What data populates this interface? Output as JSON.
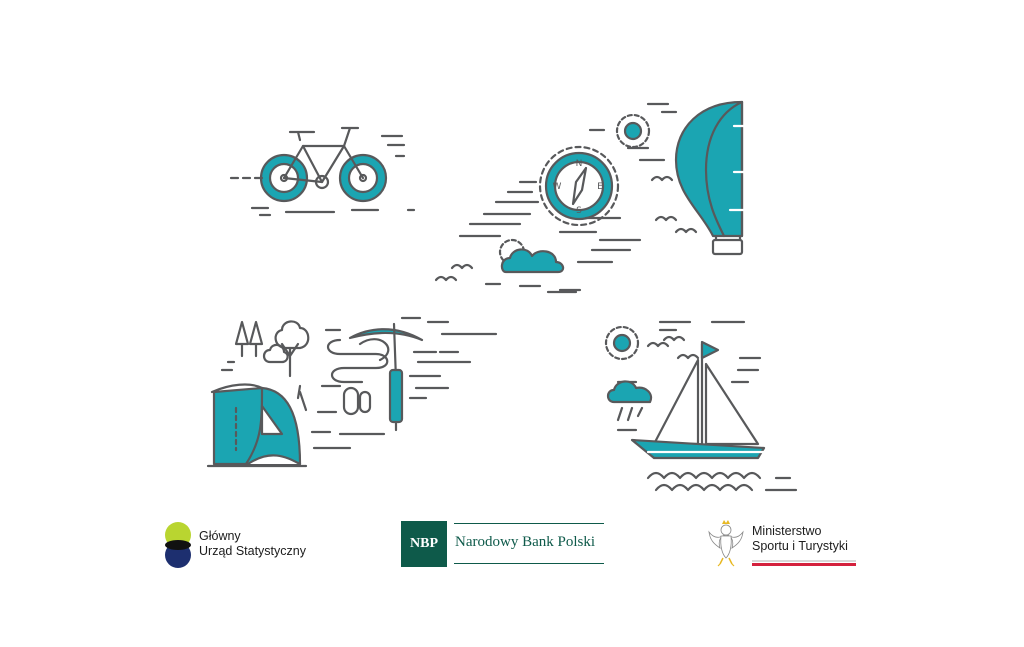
{
  "colors": {
    "accent": "#1ba5b2",
    "line": "#58595b",
    "gus_green": "#b9d530",
    "gus_navy": "#1d2f6f",
    "nbp_green": "#0e5a4a",
    "msit_red": "#d4213d"
  },
  "illustrations": [
    "bicycle-icon",
    "compass-icon",
    "hot-air-balloon-icon",
    "cloud-icon",
    "sun-icon",
    "birds-icon",
    "tent-icon",
    "trees-icon",
    "ice-axe-icon",
    "rope-icon",
    "carabiner-icon",
    "sailboat-icon",
    "waves-icon"
  ],
  "logos": {
    "gus": {
      "line1": "Główny",
      "line2": "Urząd Statystyczny"
    },
    "nbp": {
      "abbr": "NBP",
      "name": "Narodowy Bank Polski"
    },
    "msit": {
      "line1": "Ministerstwo",
      "line2": "Sportu i Turystyki"
    }
  }
}
